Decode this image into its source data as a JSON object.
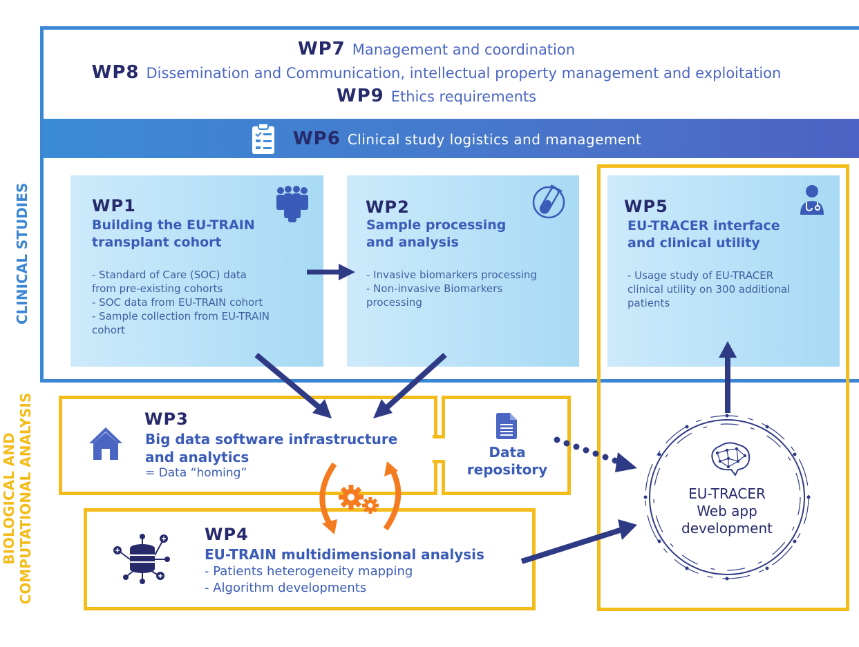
{
  "header": {
    "wp7": {
      "num": "WP7",
      "text": "Management and coordination"
    },
    "wp8": {
      "num": "WP8",
      "text": "Dissemination and Communication, intellectual property management and exploitation"
    },
    "wp9": {
      "num": "WP9",
      "text": "Ethics requirements"
    }
  },
  "banner": {
    "num": "WP6",
    "text": "Clinical study logistics and management",
    "icon": "clipboard-icon"
  },
  "side_labels": {
    "clinical": "CLINICAL STUDIES",
    "bio_line1": "BIOLOGICAL AND",
    "bio_line2": "COMPUTATIONAL ANALYSIS"
  },
  "wp1": {
    "num": "WP1",
    "title_line1": "Building the EU-TRAIN",
    "title_line2": "transplant cohort",
    "desc": [
      "- Standard of Care (SOC)  data",
      "from pre-existing cohorts",
      "- SOC data from EU-TRAIN cohort",
      "- Sample collection from EU-TRAIN",
      "cohort"
    ],
    "icon": "people-group-icon"
  },
  "wp2": {
    "num": "WP2",
    "title_line1": "Sample processing",
    "title_line2": "and analysis",
    "desc": [
      "- Invasive biomarkers processing",
      "- Non-invasive Biomarkers",
      "processing"
    ],
    "icon": "test-tube-icon"
  },
  "wp5": {
    "num": "WP5",
    "title_line1": "EU-TRACER interface",
    "title_line2": "and clinical utility",
    "desc": [
      "- Usage study of EU-TRACER",
      "clinical utility on 300 additional",
      "patients"
    ],
    "icon": "doctor-icon"
  },
  "wp3": {
    "num": "WP3",
    "title_line1": "Big data software infrastructure",
    "title_line2": "and analytics",
    "sub": "= Data “homing”",
    "icon": "home-icon"
  },
  "repository": {
    "line1": "Data",
    "line2": "repository",
    "icon": "document-icon"
  },
  "wp4": {
    "num": "WP4",
    "title": "EU-TRAIN multidimensional analysis",
    "desc": [
      "- Patients heterogeneity mapping",
      "- Algorithm developments"
    ],
    "icon": "database-network-icon"
  },
  "tracer": {
    "line1": "EU-TRACER",
    "line2": "Web app",
    "line3": "development",
    "icon": "brain-network-icon"
  },
  "colors": {
    "blue_frame": "#3b87d4",
    "yellow_frame": "#f4bc1b",
    "navy": "#262a6b",
    "accent_blue": "#4a66c2",
    "orange": "#f47b20",
    "arrow": "#2f3a85"
  }
}
